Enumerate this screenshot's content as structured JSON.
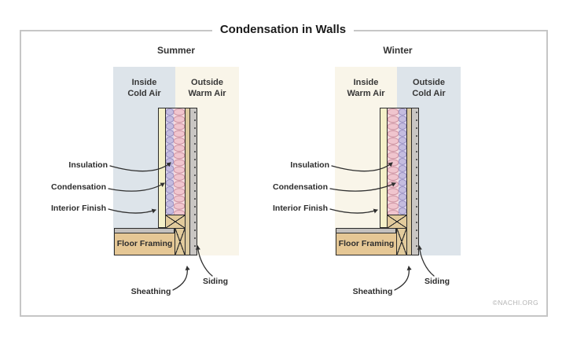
{
  "title": "Condensation in Walls",
  "watermark": "©NACHI.ORG",
  "colors": {
    "cool_air_zone": "#dde4ea",
    "warm_air_zone": "#f9f5e9",
    "insulation_pink": "#f0c5ce",
    "condensation_purple": "#c4bcdf",
    "interior_finish": "#f4f0c8",
    "sheathing": "#dcca9f",
    "siding": "#c9c6c3",
    "floor_framing": "#e5c795",
    "outline": "#2b2b2b"
  },
  "panels": [
    {
      "season": "Summer",
      "inside_line1": "Inside",
      "inside_line2": "Cold Air",
      "outside_line1": "Outside",
      "outside_line2": "Warm Air",
      "callouts": {
        "insulation": "Insulation",
        "condensation": "Condensation",
        "interior_finish": "Interior Finish",
        "floor_framing": "Floor Framing",
        "sheathing": "Sheathing",
        "siding": "Siding"
      }
    },
    {
      "season": "Winter",
      "inside_line1": "Inside",
      "inside_line2": "Warm Air",
      "outside_line1": "Outside",
      "outside_line2": "Cold Air",
      "callouts": {
        "insulation": "Insulation",
        "condensation": "Condensation",
        "interior_finish": "Interior Finish",
        "floor_framing": "Floor Framing",
        "sheathing": "Sheathing",
        "siding": "Siding"
      }
    }
  ]
}
